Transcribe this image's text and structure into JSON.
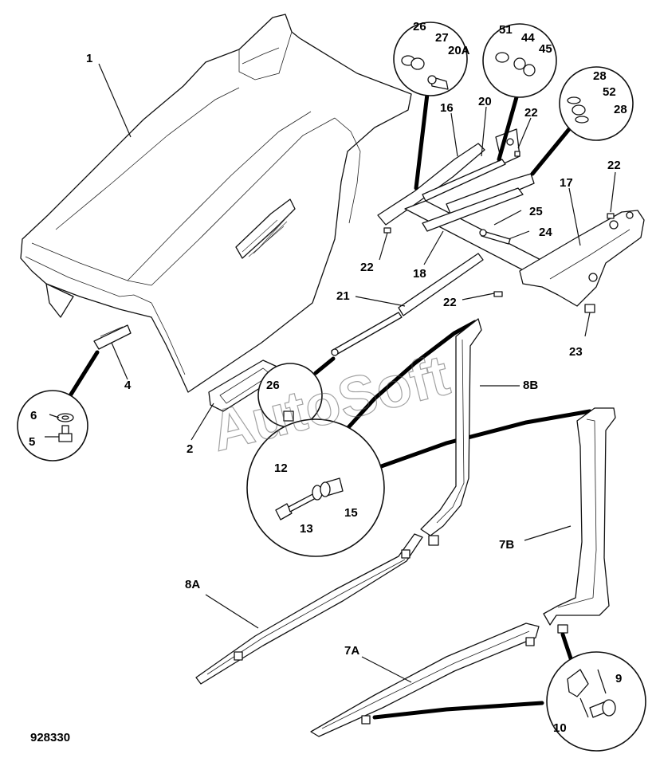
{
  "diagram": {
    "reference_number": "928330",
    "watermark": "AutoSoft",
    "callouts": {
      "c1": "1",
      "c2": "2",
      "c4": "4",
      "c5": "5",
      "c6": "6",
      "c7A": "7A",
      "c7B": "7B",
      "c8A": "8A",
      "c8B": "8B",
      "c9": "9",
      "c10": "10",
      "c12": "12",
      "c13": "13",
      "c15": "15",
      "c16": "16",
      "c17": "17",
      "c18": "18",
      "c20": "20",
      "c20A": "20A",
      "c21": "21",
      "c22a": "22",
      "c22b": "22",
      "c22c": "22",
      "c22d": "22",
      "c23": "23",
      "c24": "24",
      "c25": "25",
      "c26a": "26",
      "c26b": "26",
      "c27": "27",
      "c28a": "28",
      "c28b": "28",
      "c44": "44",
      "c45": "45",
      "c51": "51",
      "c52": "52"
    }
  }
}
